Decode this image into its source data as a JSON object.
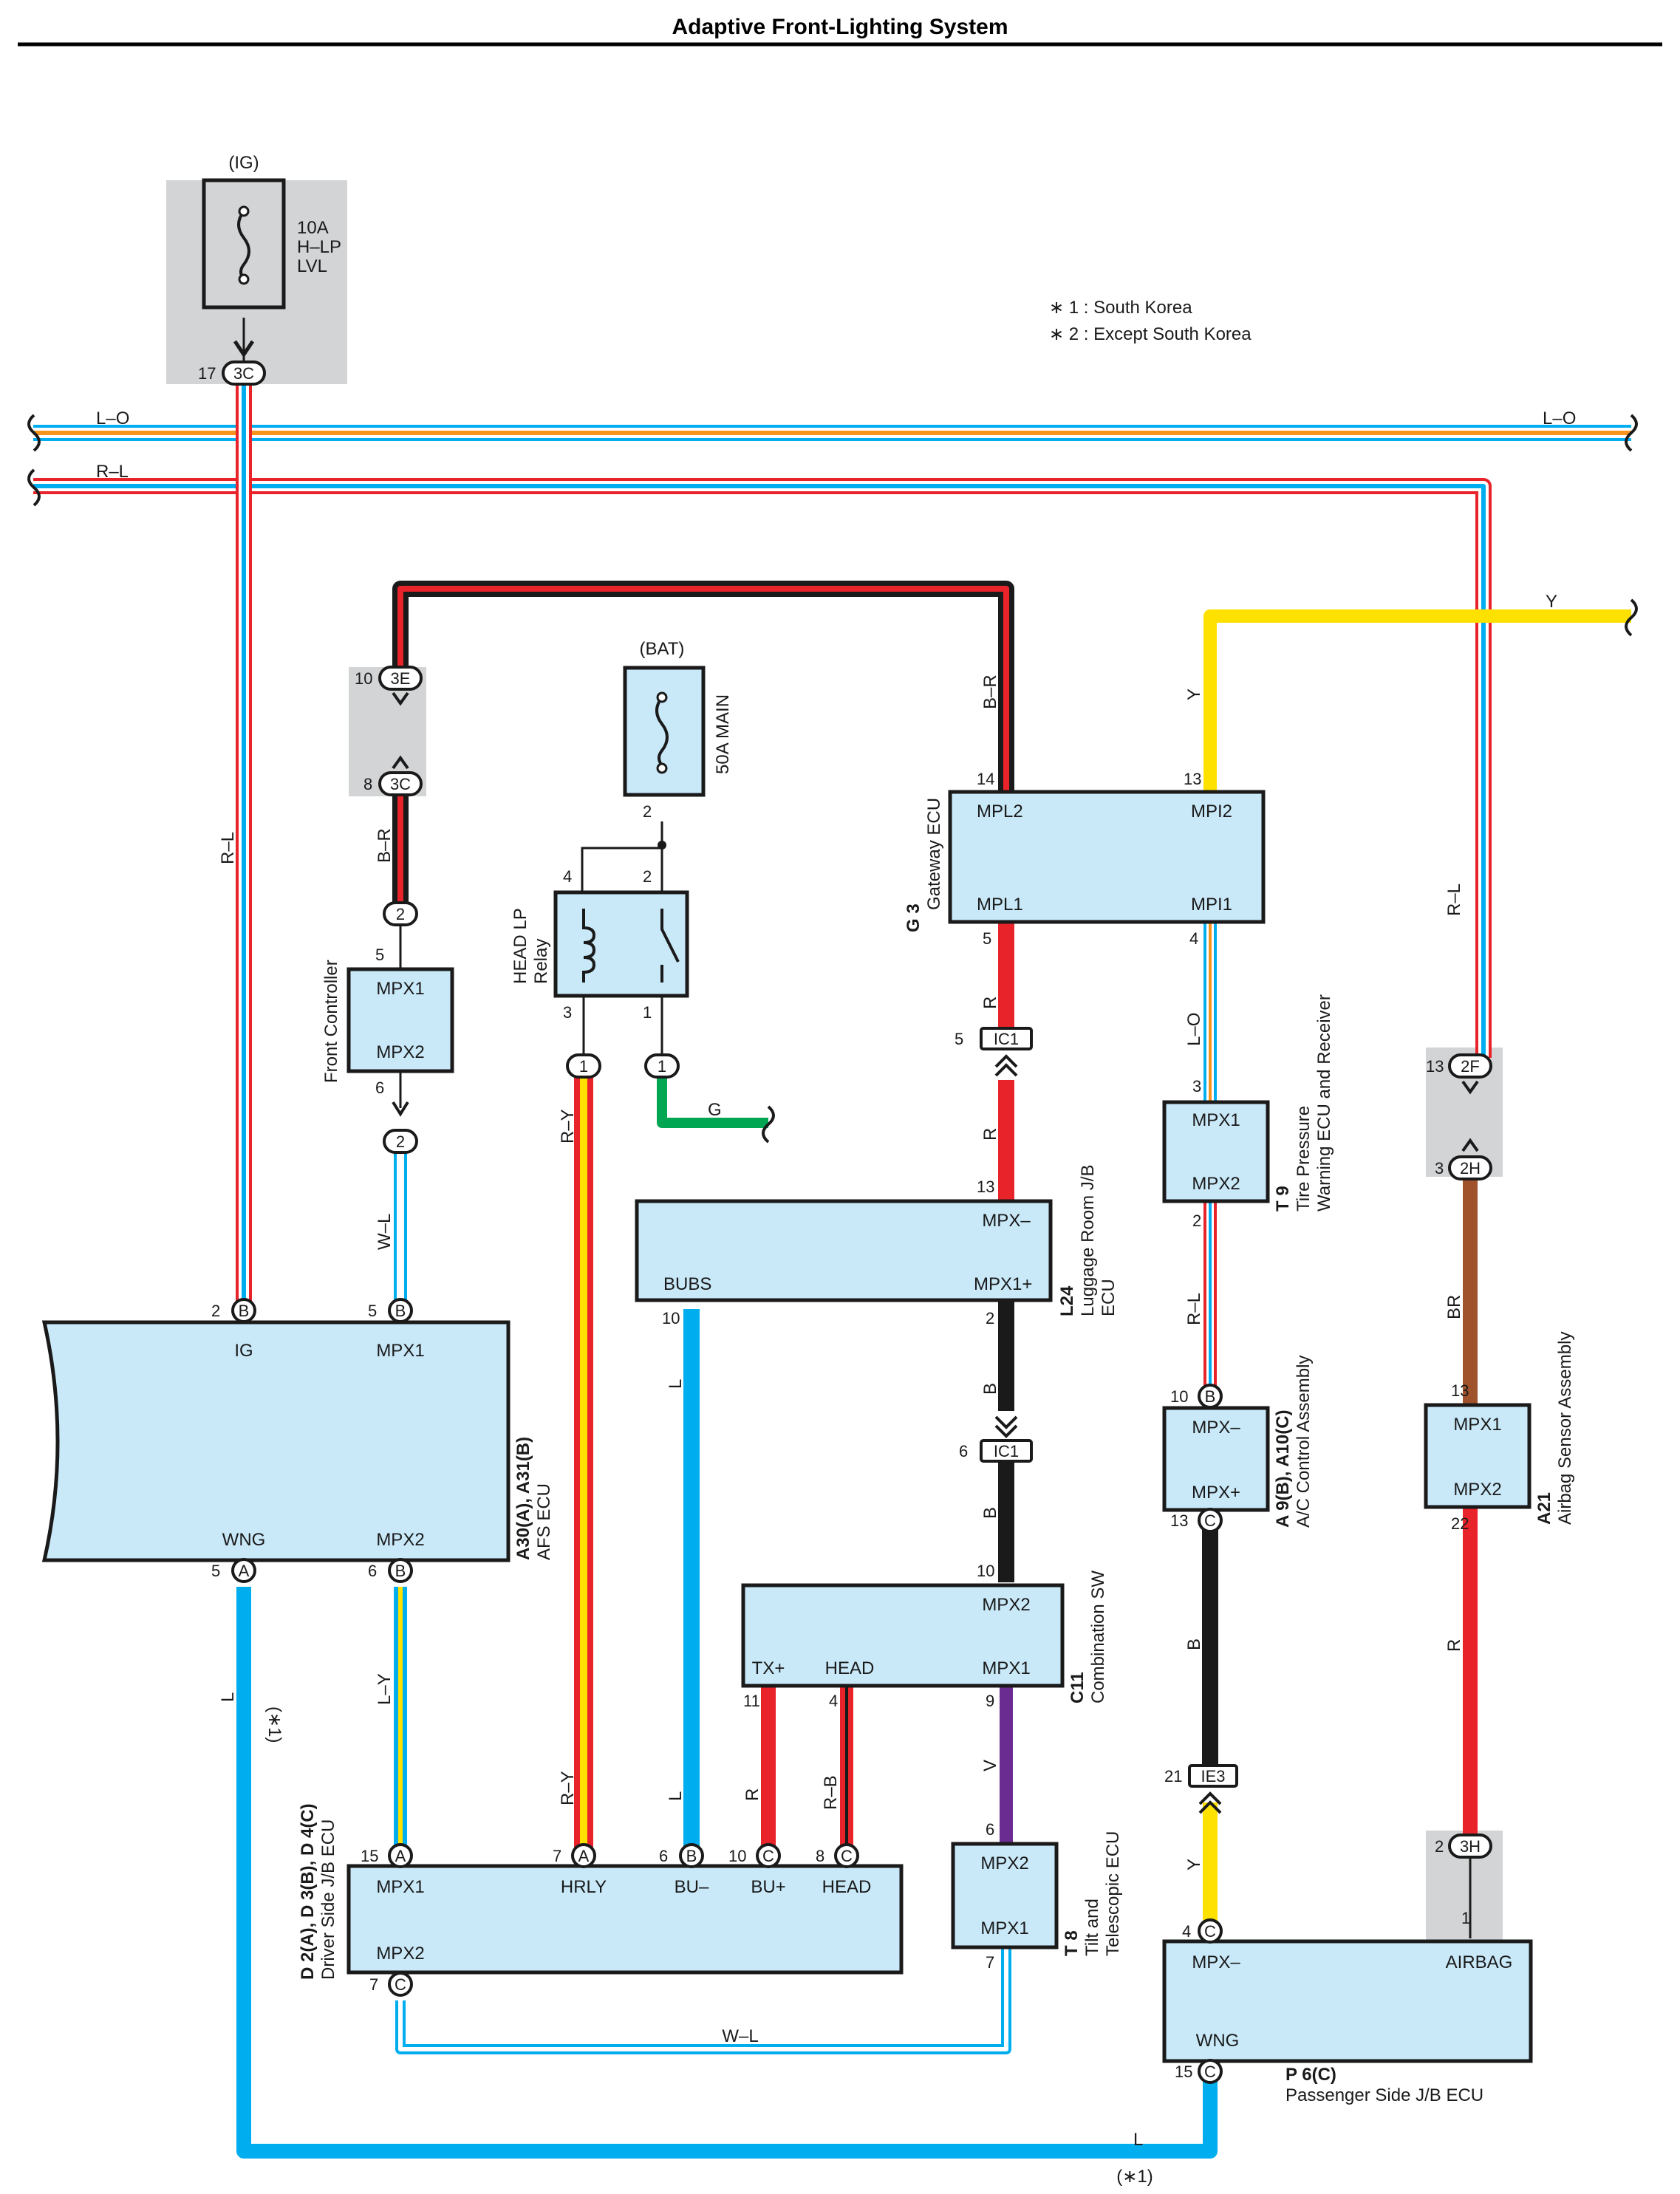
{
  "title": "Adaptive Front-Lighting System",
  "notes": [
    "∗ 1 : South Korea",
    "∗ 2 : Except South Korea"
  ],
  "power": {
    "ig": {
      "label": "(IG)",
      "fuse": [
        "10A",
        "H–LP",
        "LVL"
      ],
      "connector": "3C",
      "pin": "17"
    },
    "bat": {
      "label": "(BAT)",
      "fuse": "50A MAIN",
      "pin": "2"
    }
  },
  "bus_lines": {
    "lo_left": "L–O",
    "lo_right": "L–O",
    "rl": "R–L",
    "y": "Y"
  },
  "wires": {
    "rl_vertical": "R–L",
    "br": "B–R",
    "wl": "W–L",
    "ry": "R–Y",
    "g": "G",
    "br_gateway": "B–R",
    "y_gateway": "Y",
    "r1": "R",
    "r2": "R",
    "lo": "L–O",
    "rl2": "R–L",
    "rl3": "R–L",
    "br_brown": "BR",
    "b1": "B",
    "b2": "B",
    "b3": "B",
    "l1": "L",
    "l2": "L",
    "ly": "L–Y",
    "ry2": "R–Y",
    "r3": "R",
    "rb": "R–B",
    "v": "V",
    "y2": "Y",
    "r4": "R",
    "wl_bottom": "W–L",
    "l_bottom": "L",
    "note1_left": "(∗1)",
    "note1_bottom": "(∗1)"
  },
  "junctions": {
    "j3e": {
      "pin": "10",
      "id": "3E"
    },
    "j3c": {
      "pin": "8",
      "id": "3C"
    },
    "fc_top": {
      "id": "2"
    },
    "fc_bottom": {
      "id": "2"
    },
    "relay_3": {
      "id": "1"
    },
    "relay_1": {
      "id": "1"
    },
    "ic1_top": {
      "pin": "5",
      "id": "IC1"
    },
    "ic1_bottom": {
      "pin": "6",
      "id": "IC1"
    },
    "j2f": {
      "pin": "13",
      "id": "2F"
    },
    "j2h": {
      "pin": "3",
      "id": "2H"
    },
    "ie3": {
      "pin": "21",
      "id": "IE3"
    },
    "j3h": {
      "pin": "2",
      "id": "3H"
    }
  },
  "components": {
    "afs": {
      "name": "A30(A), A31(B)",
      "desc": "AFS ECU",
      "terms": [
        "IG",
        "MPX1",
        "WNG",
        "MPX2"
      ],
      "pins": [
        "2",
        "B",
        "5",
        "B",
        "5",
        "A",
        "6",
        "B"
      ]
    },
    "front_controller": {
      "desc": "Front Controller",
      "terms": [
        "MPX1",
        "MPX2"
      ],
      "pins": [
        "5",
        "6"
      ]
    },
    "relay": {
      "desc": [
        "HEAD LP",
        "Relay"
      ],
      "pins": [
        "4",
        "2",
        "3",
        "1"
      ]
    },
    "gateway": {
      "name": "G 3",
      "desc": "Gateway ECU",
      "terms": [
        "MPL2",
        "MPI2",
        "MPL1",
        "MPI1"
      ],
      "pins": [
        "14",
        "13",
        "5",
        "4"
      ]
    },
    "luggage": {
      "name": "L24",
      "desc": [
        "Luggage Room J/B",
        "ECU"
      ],
      "terms": [
        "MPX–",
        "BUBS",
        "MPX1+"
      ],
      "pins": [
        "13",
        "10",
        "2"
      ]
    },
    "tpms": {
      "name": "T 9",
      "desc": [
        "Tire Pressure",
        "Warning ECU and Receiver"
      ],
      "terms": [
        "MPX1",
        "MPX2"
      ],
      "pins": [
        "3",
        "2"
      ]
    },
    "ac": {
      "name": "A 9(B), A10(C)",
      "desc": "A/C Control Assembly",
      "terms": [
        "MPX–",
        "MPX+"
      ],
      "pins": [
        "10",
        "B",
        "13",
        "C"
      ]
    },
    "airbag": {
      "name": "A21",
      "desc": "Airbag Sensor Assembly",
      "terms": [
        "MPX1",
        "MPX2"
      ],
      "pins": [
        "13",
        "22"
      ]
    },
    "combo": {
      "name": "C11",
      "desc": "Combination SW",
      "terms": [
        "MPX2",
        "TX+",
        "HEAD",
        "MPX1"
      ],
      "pins": [
        "10",
        "11",
        "4",
        "9"
      ]
    },
    "driver_jb": {
      "name": "D 2(A), D 3(B), D 4(C)",
      "desc": "Driver Side J/B ECU",
      "terms": [
        "MPX1",
        "HRLY",
        "BU–",
        "BU+",
        "HEAD",
        "MPX2"
      ],
      "pins": [
        "15",
        "A",
        "7",
        "A",
        "6",
        "B",
        "10",
        "C",
        "8",
        "C",
        "7",
        "C"
      ]
    },
    "tilt": {
      "name": "T 8",
      "desc": [
        "Tilt and",
        "Telescopic ECU"
      ],
      "terms": [
        "MPX2",
        "MPX1"
      ],
      "pins": [
        "6",
        "7"
      ]
    },
    "passenger_jb": {
      "name": "P 6(C)",
      "desc": "Passenger Side J/B ECU",
      "terms": [
        "MPX–",
        "AIRBAG",
        "WNG"
      ],
      "pins": [
        "4",
        "C",
        "1",
        "15",
        "C"
      ]
    }
  },
  "colors": {
    "red": "#e8232a",
    "blue": "#00aeef",
    "yellow": "#ffe100",
    "orange": "#f7941d",
    "black": "#1a1a1a",
    "green": "#00a651",
    "brown": "#a0522d",
    "violet": "#6a2c91",
    "box": "#c9e9f9",
    "grey": "#d3d4d6"
  }
}
